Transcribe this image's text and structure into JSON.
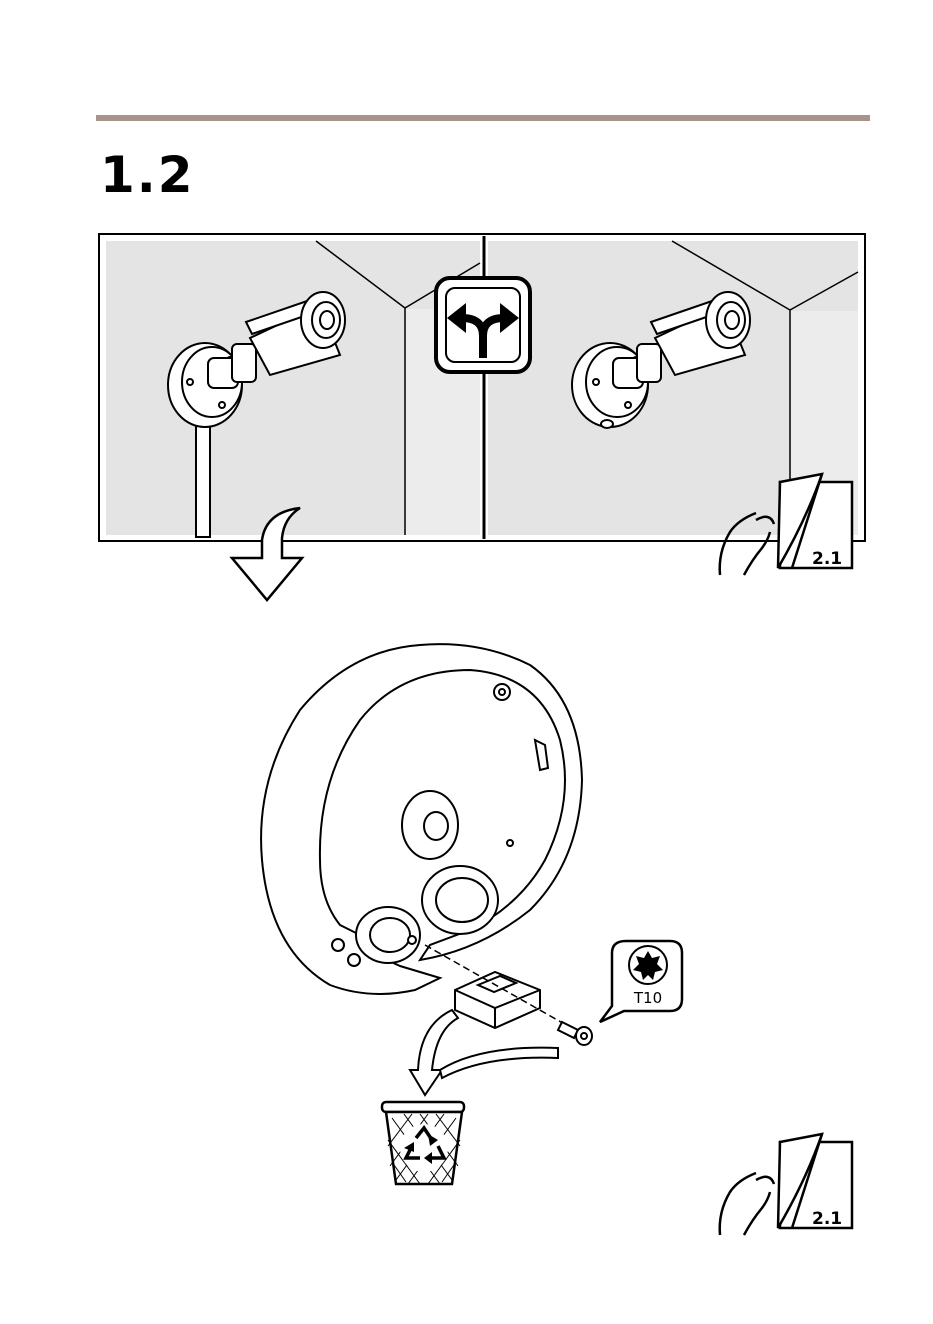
{
  "header": {
    "step_number": "1.2"
  },
  "references": {
    "top_page_ref": "2.1",
    "bottom_page_ref": "2.1"
  },
  "tool": {
    "bit_label": "T10"
  },
  "icons": {
    "choice": "fork-arrows-icon",
    "page_turn": "page-turn-hand-icon",
    "torx_bit": "torx-bit-icon",
    "recycle_bin": "recycle-bin-icon",
    "flow_arrow": "down-arrow-icon"
  },
  "colors": {
    "rule": "#a8948a",
    "wall": "#e4e4e4",
    "line": "#000000"
  }
}
